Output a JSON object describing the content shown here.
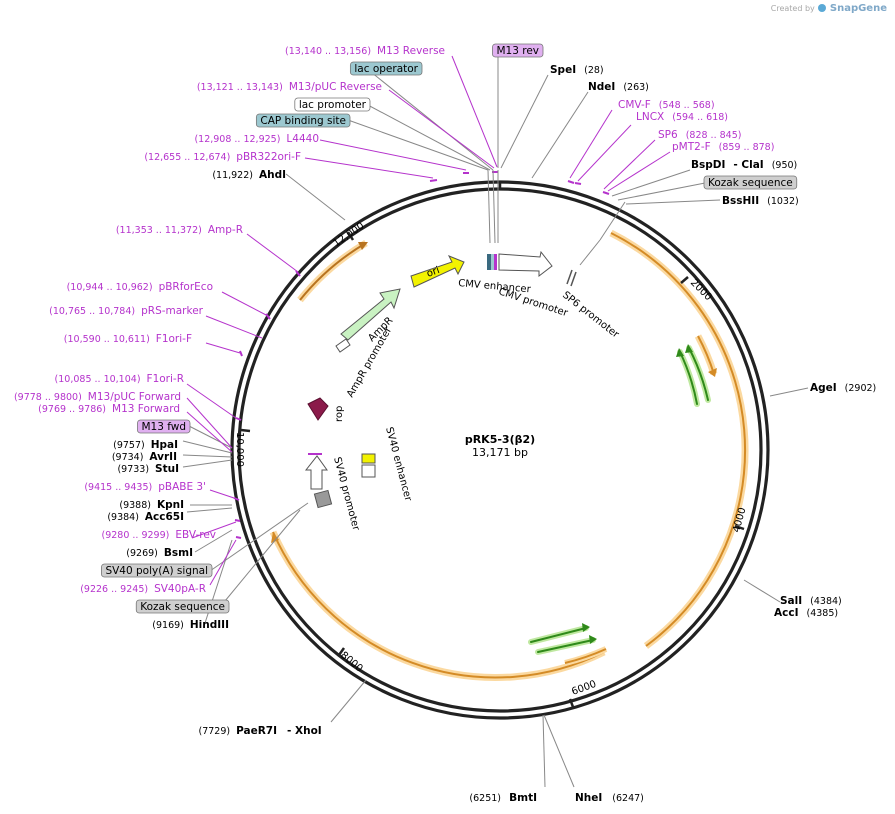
{
  "watermark": {
    "created_by": "Created by",
    "brand": "SnapGene"
  },
  "plasmid": {
    "name": "pRK5-3(β2)",
    "length": "13,171 bp"
  },
  "ticks": [
    "2000",
    "4000",
    "6000",
    "8000",
    "10,000",
    "12,000"
  ],
  "features": {
    "ori": "ori",
    "ampr": "AmpR",
    "ampr_promoter": "AmpR promoter",
    "rop": "rop",
    "sv40_promoter": "SV40 promoter",
    "sv40_enhancer": "SV40 enhancer",
    "cmv_enhancer": "CMV enhancer",
    "cmv_promoter": "CMV promoter",
    "sp6_promoter": "SP6 promoter"
  },
  "right_labels": [
    {
      "name": "SpeI",
      "pos": "(28)",
      "kind": "site"
    },
    {
      "name": "NdeI",
      "pos": "(263)",
      "kind": "site"
    },
    {
      "name": "CMV-F",
      "range": "(548 .. 568)",
      "kind": "primer"
    },
    {
      "name": "LNCX",
      "range": "(594 .. 618)",
      "kind": "primer"
    },
    {
      "name": "SP6",
      "range": "(828 .. 845)",
      "kind": "primer"
    },
    {
      "name": "pMT2-F",
      "range": "(859 .. 878)",
      "kind": "primer"
    },
    {
      "name": "BspDI",
      "name2": "ClaI",
      "pos": "(950)",
      "kind": "site"
    },
    {
      "name": "Kozak sequence",
      "kind": "gray"
    },
    {
      "name": "BssHII",
      "pos": "(1032)",
      "kind": "site"
    },
    {
      "name": "AgeI",
      "pos": "(2902)",
      "kind": "site"
    },
    {
      "name": "SalI",
      "pos": "(4384)",
      "kind": "site"
    },
    {
      "name": "AccI",
      "pos": "(4385)",
      "kind": "site"
    }
  ],
  "bottom_labels": [
    {
      "name": "BmtI",
      "pos": "(6251)"
    },
    {
      "name": "NheI",
      "pos": "(6247)"
    },
    {
      "name": "PaeR7I",
      "name2": "XhoI",
      "pos": "(7729)"
    }
  ],
  "left_labels": [
    {
      "name": "M13 Reverse",
      "range": "(13,140 .. 13,156)",
      "kind": "primer"
    },
    {
      "name": "M13 rev",
      "kind": "violet"
    },
    {
      "name": "lac operator",
      "kind": "teal"
    },
    {
      "name": "M13/pUC Reverse",
      "range": "(13,121 .. 13,143)",
      "kind": "primer"
    },
    {
      "name": "lac promoter",
      "kind": "white"
    },
    {
      "name": "CAP binding site",
      "kind": "teal"
    },
    {
      "name": "L4440",
      "range": "(12,908 .. 12,925)",
      "kind": "primer"
    },
    {
      "name": "pBR322ori-F",
      "range": "(12,655 .. 12,674)",
      "kind": "primer"
    },
    {
      "name": "AhdI",
      "pos": "(11,922)",
      "kind": "site"
    },
    {
      "name": "Amp-R",
      "range": "(11,353 .. 11,372)",
      "kind": "primer"
    },
    {
      "name": "pBRforEco",
      "range": "(10,944 .. 10,962)",
      "kind": "primer"
    },
    {
      "name": "pRS-marker",
      "range": "(10,765 .. 10,784)",
      "kind": "primer"
    },
    {
      "name": "F1ori-F",
      "range": "(10,590 .. 10,611)",
      "kind": "primer"
    },
    {
      "name": "F1ori-R",
      "range": "(10,085 .. 10,104)",
      "kind": "primer"
    },
    {
      "name": "M13/pUC Forward",
      "range": "(9778 .. 9800)",
      "kind": "primer"
    },
    {
      "name": "M13 Forward",
      "range": "(9769 .. 9786)",
      "kind": "primer"
    },
    {
      "name": "M13 fwd",
      "kind": "violet"
    },
    {
      "name": "HpaI",
      "pos": "(9757)",
      "kind": "site"
    },
    {
      "name": "AvrII",
      "pos": "(9734)",
      "kind": "site"
    },
    {
      "name": "StuI",
      "pos": "(9733)",
      "kind": "site"
    },
    {
      "name": "pBABE 3'",
      "range": "(9415 .. 9435)",
      "kind": "primer"
    },
    {
      "name": "KpnI",
      "pos": "(9388)",
      "kind": "site"
    },
    {
      "name": "Acc65I",
      "pos": "(9384)",
      "kind": "site"
    },
    {
      "name": "EBV-rev",
      "range": "(9280 .. 9299)",
      "kind": "primer"
    },
    {
      "name": "BsmI",
      "pos": "(9269)",
      "kind": "site"
    },
    {
      "name": "SV40 poly(A) signal",
      "kind": "gray"
    },
    {
      "name": "SV40pA-R",
      "range": "(9226 .. 9245)",
      "kind": "primer"
    },
    {
      "name": "Kozak sequence",
      "kind": "gray"
    },
    {
      "name": "HindIII",
      "pos": "(9169)",
      "kind": "site"
    }
  ],
  "colors": {
    "primer": "#b533cc",
    "site": "#000000",
    "orf": "#e8a23a",
    "orf_glow": "#fbd9a0",
    "green": "#2f8a1a",
    "ori": "#f2f200",
    "ampr": "#c9f2c2",
    "rop": "#8b1a4a",
    "teal_box": "#9cc8d0",
    "violet_box": "#e0b0f0",
    "gray_box": "#cfcfcf",
    "backbone": "#222222"
  }
}
